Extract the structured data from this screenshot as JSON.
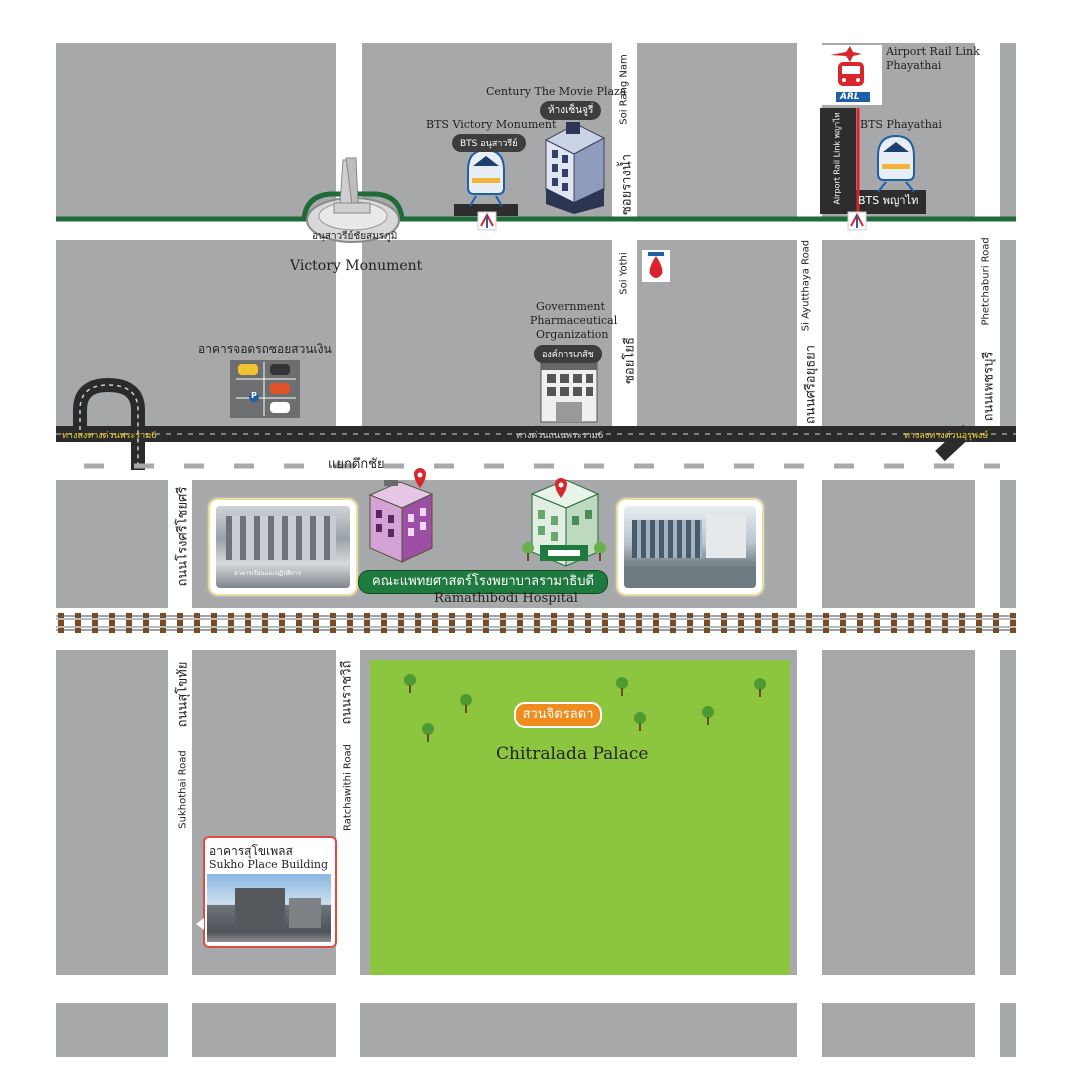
{
  "colors": {
    "block": "#a7a8aa",
    "bts_line": "#1e6b39",
    "hospital_green": "#1f7a3f",
    "park": "#8cc63f",
    "expressway": "#2b2b2b",
    "orange": "#f08c1e",
    "pin": "#d9262c"
  },
  "labels": {
    "victory_monument": "Victory Monument",
    "victory_monument_th": "อนุสาวรีย์ชัยสมรภูมิ",
    "century": "Century The Movie Plaza",
    "century_th": "ห้างเซ็นจูรี่",
    "bts_victory": "BTS Victory Monument",
    "bts_victory_th": "BTS อนุสาวรีย์",
    "arl_line1": "Airport Rail Link",
    "arl_line2": "Phayathai",
    "arl_logo": "ARL",
    "bts_phayathai": "BTS Phayathai",
    "bts_phayathai_th": "BTS พญาไท",
    "arl_vertical": "Airport Rail Link พญาไท",
    "gpo_line1": "Government",
    "gpo_line2": "Pharmaceutical",
    "gpo_line3": "Organization",
    "gpo_th": "องค์การเภสัช",
    "parking": "อาคารจอดรถซอยสวนเงิน",
    "parking_p": "P",
    "express_left": "ทางลงทางด่วนพระราม6",
    "express_mid": "ทางด่วนถนนพระราม6",
    "express_right": "ทางลงทางด่วนอุรุพงษ์",
    "intersection": "แยกตึกชัย",
    "hospital_th": "คณะแพทยศาสตร์โรงพยาบาลรามาธิบดี",
    "hospital_en": "Ramathibodi Hospital",
    "photo_sign": "อาคารเรียนและปฏิบัติการ",
    "park_th": "สวนจิตรลดา",
    "palace": "Chitralada Palace",
    "sukho_th": "อาคารสุโขเพลส",
    "sukho_en": "Sukho Place Building"
  },
  "roads": {
    "soi_rang_nam": "Soi Rang Nam",
    "soi_rang_nam_th": "ซอยรางน้ำ",
    "soi_yothi": "Soi Yothi",
    "soi_yothi_th": "ซอยโยธี",
    "si_ayutthaya": "Si Ayutthaya Road",
    "si_ayutthaya_th": "ถนนศรีอยุธยา",
    "phetchaburi": "Phetchaburi Road",
    "phetchaburi_th": "ถนนเพชรบุรี",
    "rongsi_th": "ถนนโรงศรีโชยศรี",
    "sukhothai": "Sukhothai Road",
    "sukhothai_th": "ถนนสุโขทัย",
    "ratchawithi": "Ratchawithi Road",
    "ratchawithi_th": "ถนนราชวิถี"
  }
}
